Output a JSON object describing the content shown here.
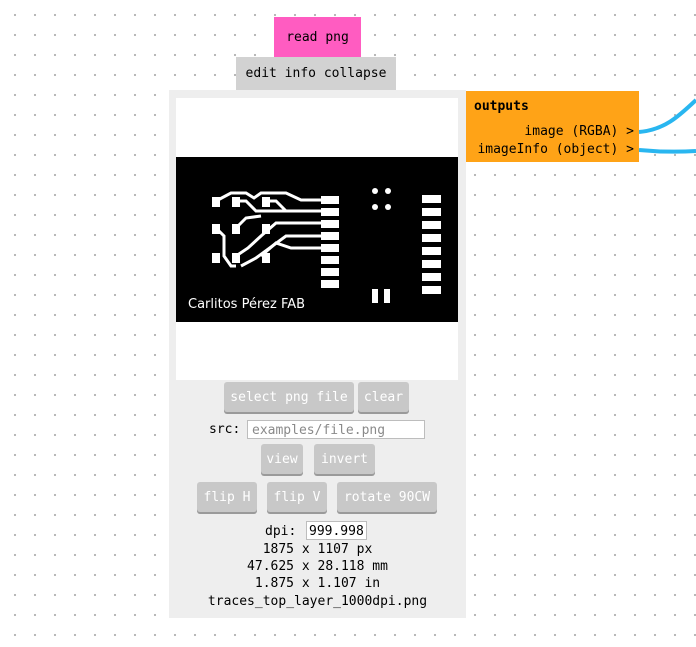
{
  "node": {
    "title": "read png",
    "edit_label": "edit info collapse"
  },
  "preview": {
    "caption": "Carlitos Pérez FAB"
  },
  "buttons": {
    "select": "select png file",
    "clear": "clear",
    "view": "view",
    "invert": "invert",
    "flip_h": "flip H",
    "flip_v": "flip V",
    "rotate": "rotate 90CW"
  },
  "src": {
    "label": "src:",
    "placeholder": "examples/file.png"
  },
  "dpi": {
    "label": "dpi:",
    "value": "999.998"
  },
  "info": {
    "pixels": "1875 x 1107 px",
    "mm": "47.625 x 28.118 mm",
    "inches": "1.875 x 1.107 in",
    "filename": "traces_top_layer_1000dpi.png"
  },
  "outputs": {
    "title": "outputs",
    "ports": [
      {
        "label": "image (RGBA) >"
      },
      {
        "label": "imageInfo (object) >"
      }
    ]
  },
  "colors": {
    "title_bg": "#ff5cc1",
    "outputs_bg": "#ffa317",
    "wire": "#29b6f0"
  }
}
